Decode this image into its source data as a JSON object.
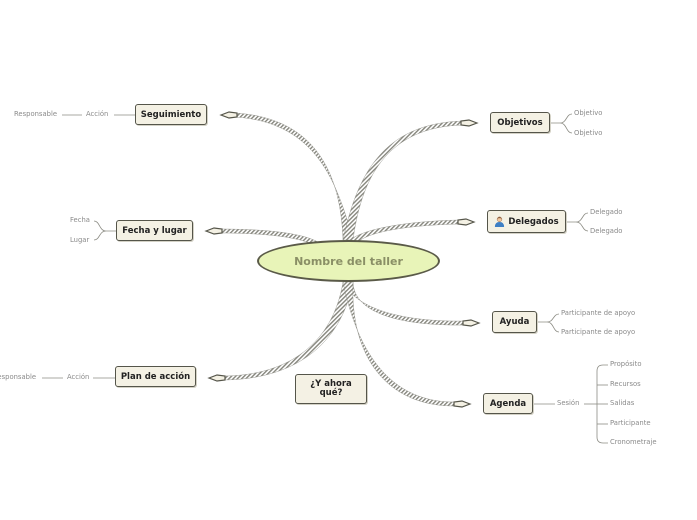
{
  "central": "Nombre del taller",
  "topics": {
    "seguimiento": "Seguimiento",
    "objetivos": "Objetivos",
    "fecha_lugar": "Fecha y lugar",
    "delegados": "Delegados",
    "ayuda": "Ayuda",
    "plan_accion": "Plan de acción",
    "y_ahora": "¿Y ahora qué?",
    "agenda": "Agenda"
  },
  "subtopics": {
    "seguimiento": [
      "Responsable",
      "Acción"
    ],
    "objetivos": [
      "Objetivo",
      "Objetivo"
    ],
    "fecha_lugar": [
      "Fecha",
      "Lugar"
    ],
    "delegados": [
      "Delegado",
      "Delegado"
    ],
    "ayuda": [
      "Participante de apoyo",
      "Participante de apoyo"
    ],
    "plan_accion": [
      "Responsable",
      "Acción"
    ],
    "agenda_sesion": "Sesión",
    "agenda_items": [
      "Propósito",
      "Recursos",
      "Salidas",
      "Participante",
      "Cronometraje"
    ]
  },
  "colors": {
    "central_fill": "#e8f4b8",
    "topic_fill": "#f4f1e4",
    "branch": "#8c8c84",
    "subtext": "#8a8a8a"
  },
  "icons": {
    "delegados": "person-icon"
  }
}
